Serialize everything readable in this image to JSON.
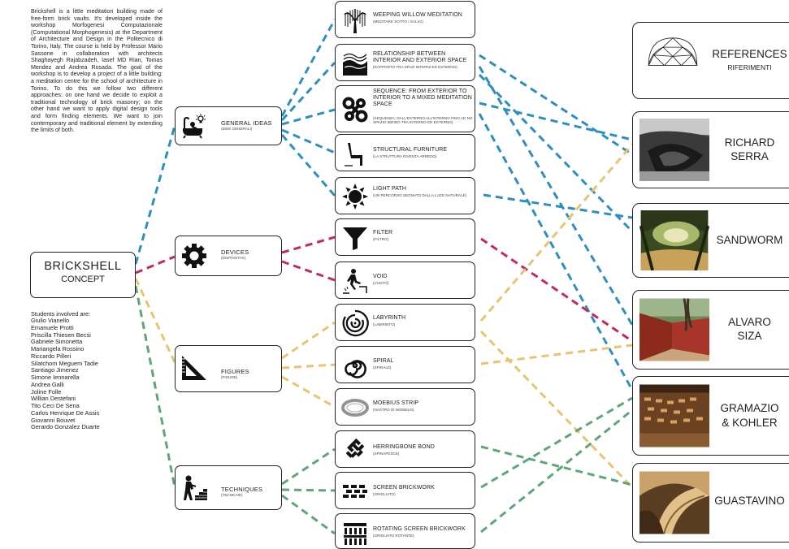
{
  "description_paragraph": "Brickshell is a little meditation building made of free-form brick vaults. It's developed inside the workshop Morfogenesi Computazionale (Computational Morphogenesis) at the Department of Architecture and Design in the Politecnico di Torino, Italy. The course is held by Professor Mario Sassone in collaboration with architects Shaghayegh Rajabzadeh, Iasef MD Rian, Tomas Mendez and Andrea Rosada. The goal of the workshop is to develop a project of a little building: a meditation centre for the school of architecture in Torino. To do this we follow two different approaches: on one hand we decide to exploit a traditional technology of brick masonry; on the other hand we want to apply digital design tools and form finding elements. We want to join contemporary and traditional element by extending the limits of both.",
  "students_title": "Students involved are:",
  "students": [
    "Giulio Vianello",
    "Emanuele Protti",
    "Priscilla Thiesen Becsi",
    "Gabriele Simonetta",
    "Mariangela Rossino",
    "Riccardo Pilleri",
    "Silatchom Meguem Tadie",
    "Santiago Jimenez",
    "Simone Iennarella",
    "Andrea Galli",
    "Joline Folle",
    "Willian Destefani",
    "Tito Ceci De Sena",
    "Carlos Henrique De Assis",
    "Giovanni Bouvet",
    "Gerardo Gonzalez Duarte"
  ],
  "concept": {
    "line1": "BRICKSHELL",
    "line2": "CONCEPT"
  },
  "categories": [
    {
      "label": "GENERAL IDEAS",
      "sub": "(IDEE GENERALI)",
      "icon": "bathtub-lightbulb-icon"
    },
    {
      "label": "DEVICES",
      "sub": "(DISPOSITIVI)",
      "icon": "gear-icon"
    },
    {
      "label": "FIGURES",
      "sub": "(FIGURE)",
      "icon": "set-square-icon"
    },
    {
      "label": "TECHNIQUES",
      "sub": "(TECNICHE)",
      "icon": "bricklayer-icon"
    }
  ],
  "items": [
    {
      "label": "WEEPING WILLOW MEDITATION",
      "sub": "(MEDITARE SOTTO I SALICI)",
      "icon": "willow-tree-icon"
    },
    {
      "label": "RELATIONSHIP BETWEEN INTERIOR AND EXTERIOR SPACE",
      "sub": "(RAPPORTO TRA SPAZI INTERNI ED ESTERNO)",
      "icon": "waves-icon"
    },
    {
      "label": "SEQUENCE: FROM EXTERIOR TO INTERIOR TO A MIXED MEDITATION SPACE",
      "sub": "(SEQUENZA: DALL'ESTERNO ALL'INTERNO FINO AD NO SPAZIO IBRIDO TRA INTERNO ED ESTERNO)",
      "icon": "linked-circles-icon"
    },
    {
      "label": "STRUCTURAL FURNITURE",
      "sub": "(LA STRUTTURA DIVENTA ARREDO)",
      "icon": "chair-icon"
    },
    {
      "label": "LIGHT PATH",
      "sub": "(UN PERCORSO SEGNATO DALLA LUCE NATURALE)",
      "icon": "sun-icon"
    },
    {
      "label": "FILTER",
      "sub": "(FILTRO)",
      "icon": "funnel-icon"
    },
    {
      "label": "VOID",
      "sub": "(VUOTO)",
      "icon": "falling-person-icon"
    },
    {
      "label": "LABYRINTH",
      "sub": "(LABIRINTO)",
      "icon": "labyrinth-icon"
    },
    {
      "label": "SPIRAL",
      "sub": "(SPIRALE)",
      "icon": "spiral-icon"
    },
    {
      "label": "MOEBIUS STRIP",
      "sub": "(NASTRO DI MOEBIUS)",
      "icon": "moebius-strip-icon"
    },
    {
      "label": "HERRINGBONE BOND",
      "sub": "(SPINAPESCE)",
      "icon": "herringbone-icon"
    },
    {
      "label": "SCREEN BRICKWORK",
      "sub": "(GRIGLIATO)",
      "icon": "screen-brick-icon"
    },
    {
      "label": "ROTATING SCREEN BRICKWORK",
      "sub": "(GRIGLIATO ROTANTE)",
      "icon": "rotating-screen-icon"
    }
  ],
  "references": [
    {
      "line1": "REFERENCES",
      "line2": "",
      "sub": "RIFERIMENTI",
      "icon": "geodesic-dome-icon"
    },
    {
      "line1": "RICHARD",
      "line2": "SERRA",
      "sub": "",
      "icon": "photo-richard-serra"
    },
    {
      "line1": "SANDWORM",
      "line2": "",
      "sub": "",
      "icon": "photo-sandworm"
    },
    {
      "line1": "ALVARO",
      "line2": "SIZA",
      "sub": "",
      "icon": "photo-alvaro-siza"
    },
    {
      "line1": "GRAMAZIO",
      "line2": "& KOHLER",
      "sub": "",
      "icon": "photo-gramazio-kohler"
    },
    {
      "line1": "GUASTAVINO",
      "line2": "",
      "sub": "",
      "icon": "photo-guastavino"
    }
  ],
  "colors": {
    "general": "#2e8fbf",
    "devices": "#c4285e",
    "figures": "#e9c470",
    "techniques": "#5ea57a",
    "outline": "#222222"
  }
}
